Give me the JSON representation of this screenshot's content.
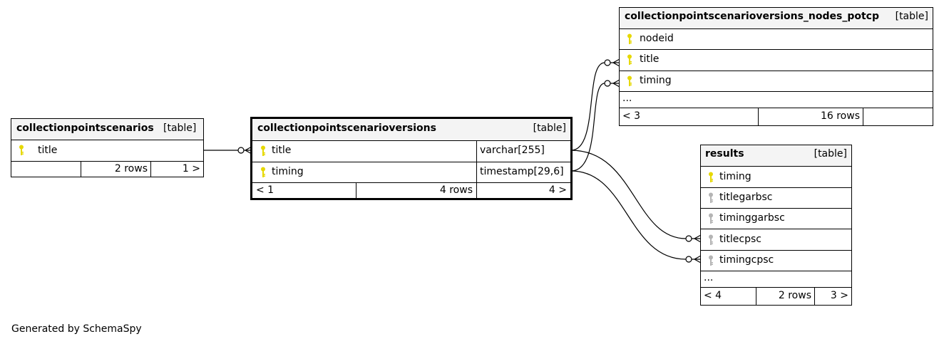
{
  "tables": {
    "collectionpointscenarios": {
      "name": "collectionpointscenarios",
      "kind": "[table]",
      "columns": [
        {
          "name": "title",
          "key": "primary"
        }
      ],
      "footer": {
        "left": "",
        "rows": "2 rows",
        "right": "1 >"
      }
    },
    "collectionpointscenarioversions": {
      "name": "collectionpointscenarioversions",
      "kind": "[table]",
      "columns": [
        {
          "name": "title",
          "type": "varchar[255]",
          "key": "primary"
        },
        {
          "name": "timing",
          "type": "timestamp[29,6]",
          "key": "primary"
        }
      ],
      "footer": {
        "left": "< 1",
        "rows": "4 rows",
        "right": "4 >"
      }
    },
    "nodes_potcp": {
      "name": "collectionpointscenarioversions_nodes_potcp",
      "kind": "[table]",
      "columns": [
        {
          "name": "nodeid",
          "key": "primary"
        },
        {
          "name": "title",
          "key": "primary"
        },
        {
          "name": "timing",
          "key": "primary"
        }
      ],
      "more": "...",
      "footer": {
        "left": "< 3",
        "rows": "16 rows",
        "right": ""
      }
    },
    "results": {
      "name": "results",
      "kind": "[table]",
      "columns": [
        {
          "name": "timing",
          "key": "primary"
        },
        {
          "name": "titlegarbsc",
          "key": "foreign"
        },
        {
          "name": "timinggarbsc",
          "key": "foreign"
        },
        {
          "name": "titlecpsc",
          "key": "foreign"
        },
        {
          "name": "timingcpsc",
          "key": "foreign"
        }
      ],
      "more": "...",
      "footer": {
        "left": "< 4",
        "rows": "2 rows",
        "right": "3 >"
      }
    }
  },
  "colors": {
    "primary_key": "#e6d800",
    "foreign_key": "#b4b4b4",
    "header_bg": "#f4f4f4"
  },
  "footer_text": "Generated by SchemaSpy"
}
